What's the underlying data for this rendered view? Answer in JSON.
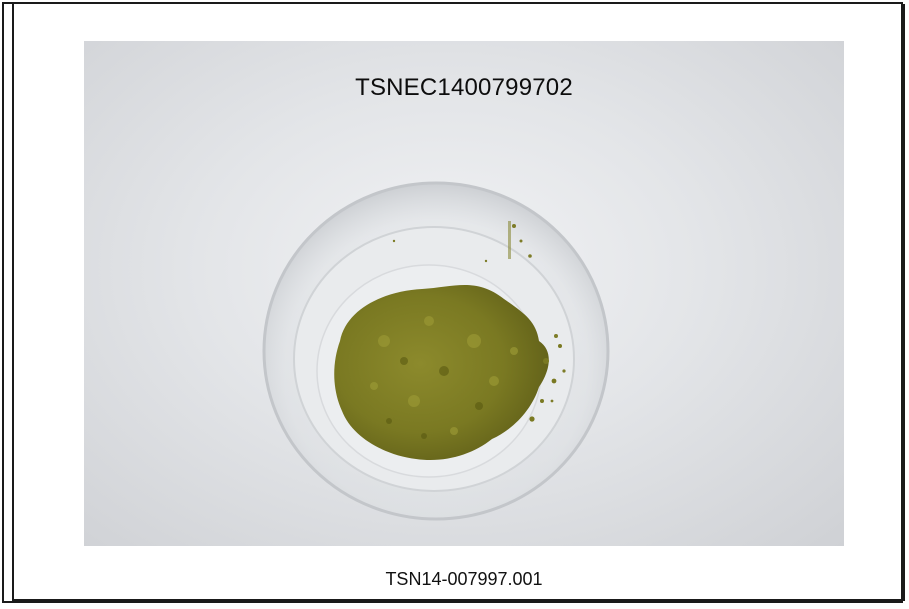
{
  "photo": {
    "label": "TSNEC1400799702",
    "subject": "olive-green powder sample in clear plastic cup"
  },
  "caption": "TSN14-007997.001",
  "colors": {
    "border": "#1a1a1a",
    "background": "#e3e5e8",
    "powder": "#7a7a22"
  }
}
